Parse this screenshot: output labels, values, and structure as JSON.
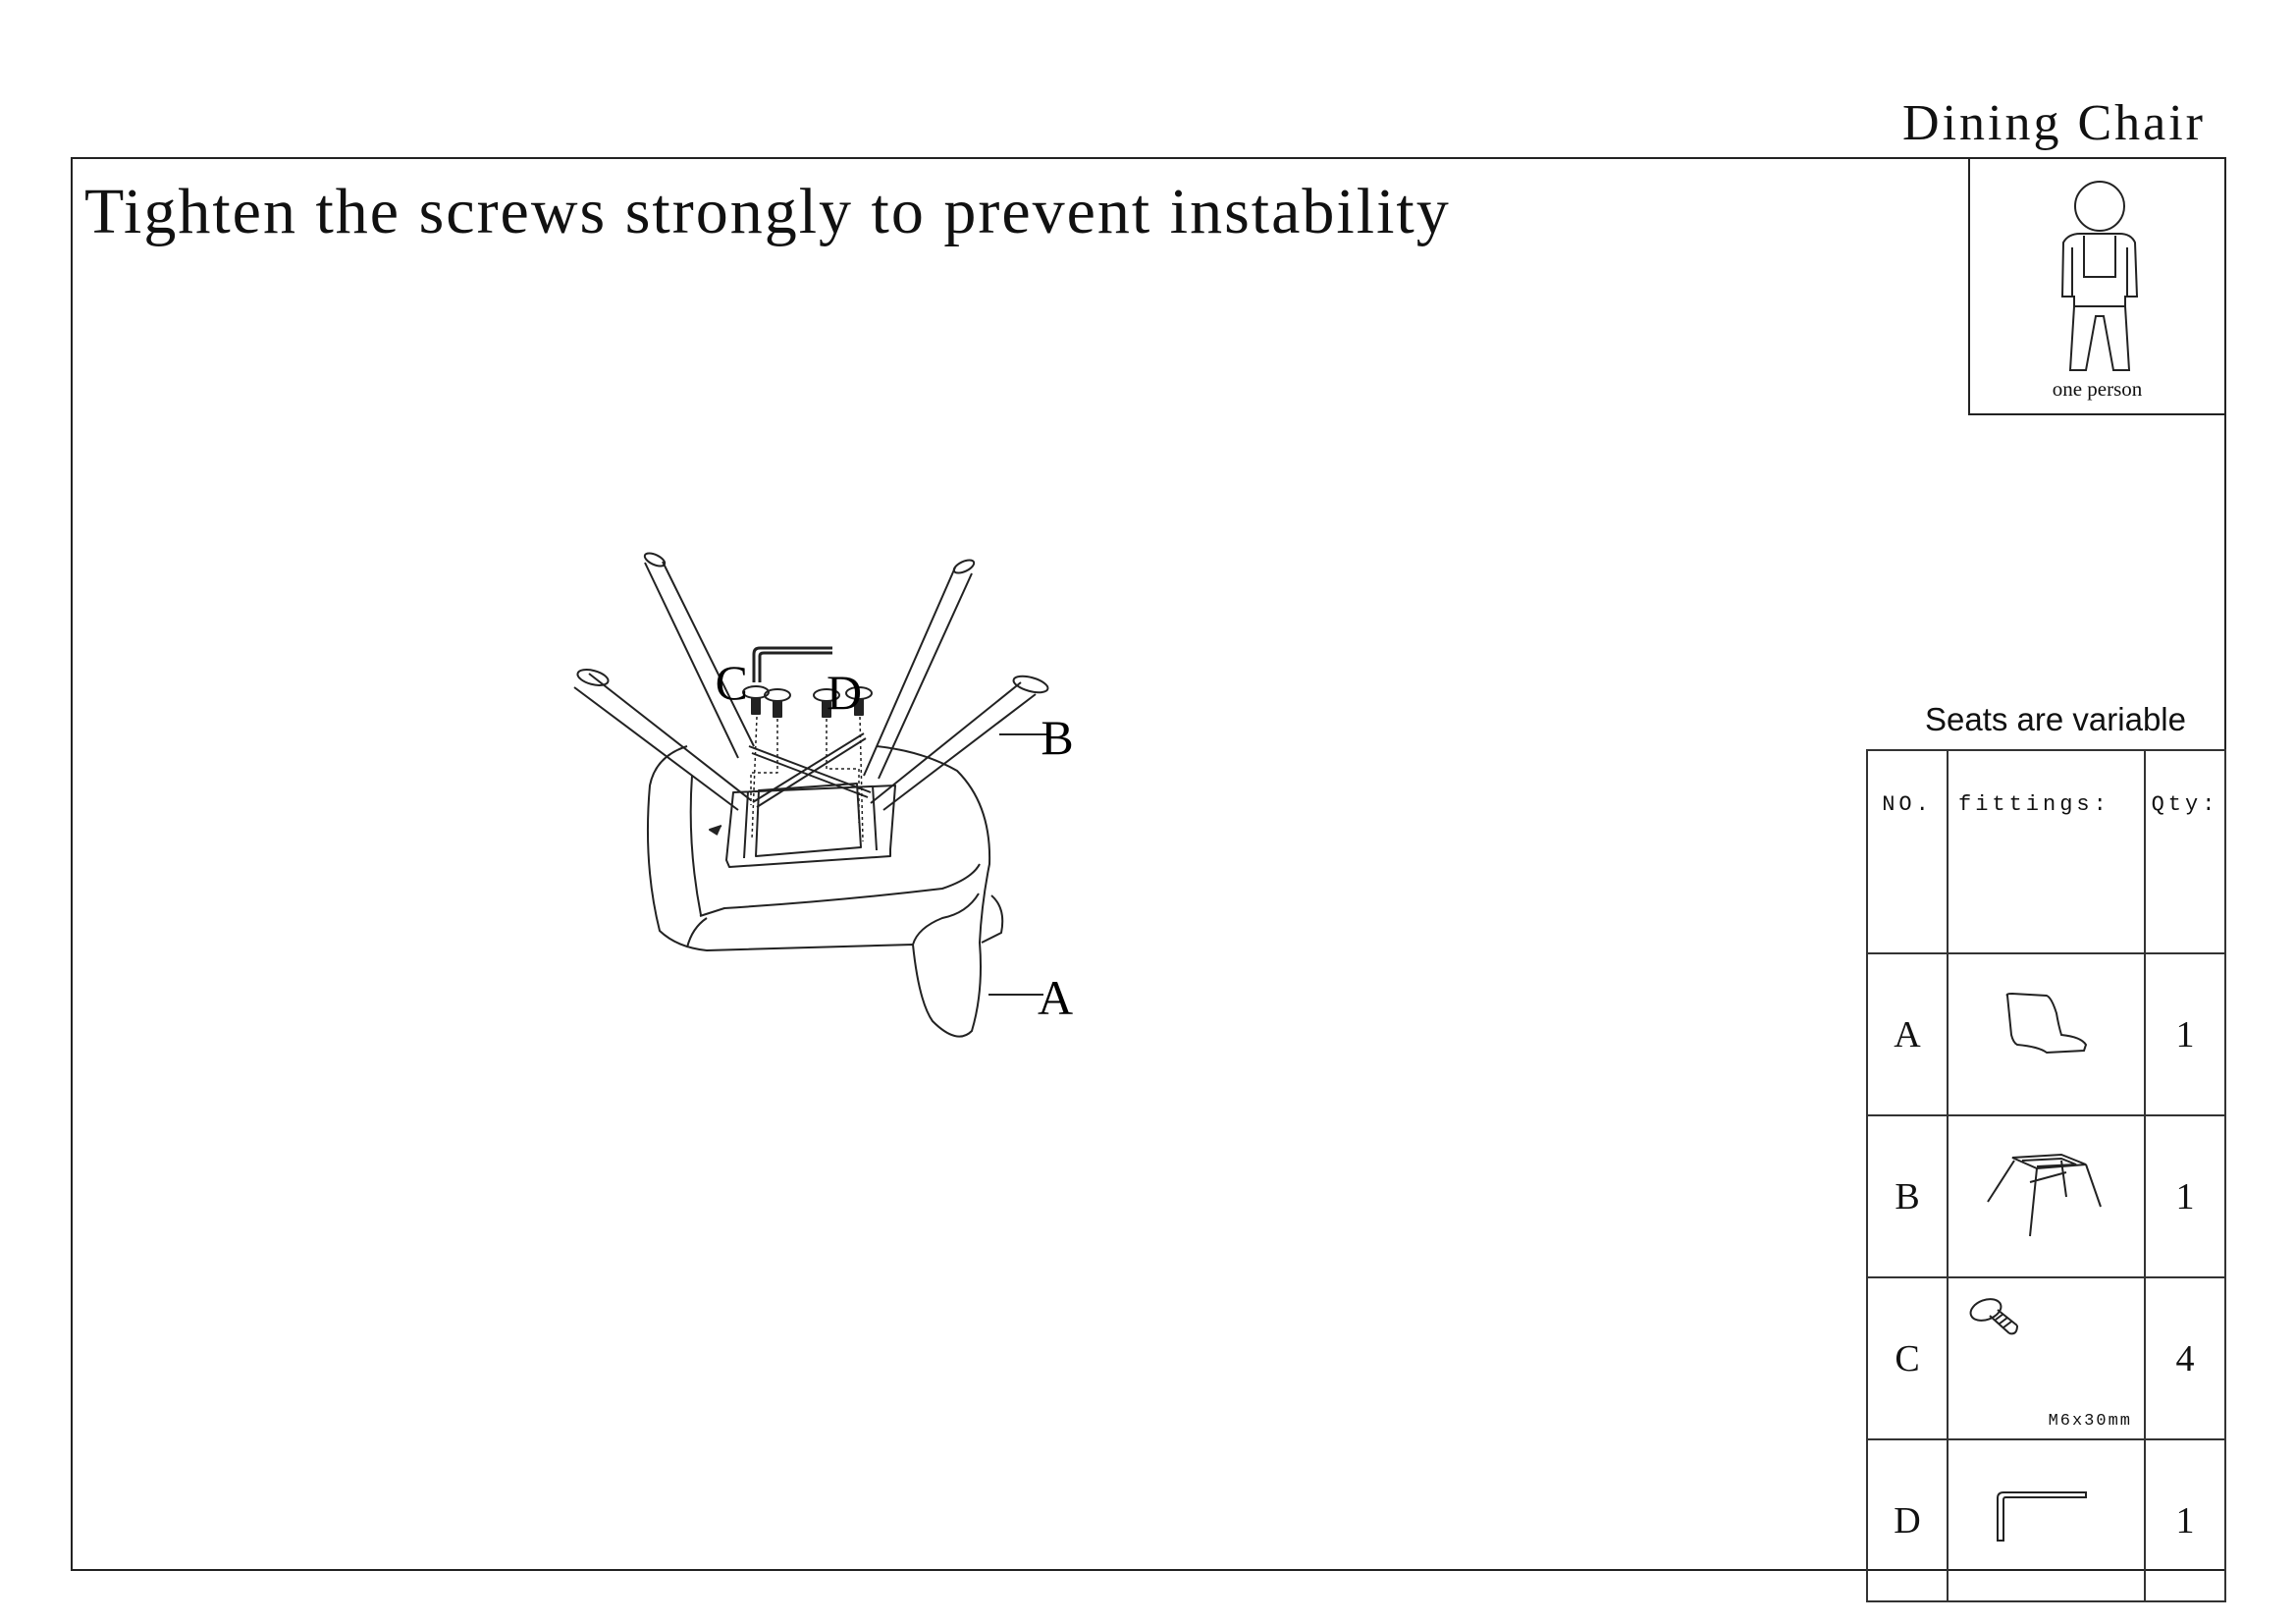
{
  "document": {
    "title": "Dining Chair",
    "heading": "Tighten the screws strongly to prevent instability",
    "person_requirement": "one person"
  },
  "diagram": {
    "labels": {
      "seat": "A",
      "frame": "B",
      "screws": "C",
      "allen_key": "D"
    }
  },
  "fittings": {
    "note": "Seats are variable",
    "headers": {
      "no": "NO.",
      "fittings": "fittings:",
      "qty": "Qty:"
    },
    "rows": [
      {
        "no": "A",
        "item": "seat-icon",
        "qty": "1"
      },
      {
        "no": "B",
        "item": "leg-frame-icon",
        "qty": "1"
      },
      {
        "no": "C",
        "item": "screw-icon",
        "spec": "M6x30mm",
        "qty": "4"
      },
      {
        "no": "D",
        "item": "allen-key-icon",
        "qty": "1"
      }
    ]
  }
}
